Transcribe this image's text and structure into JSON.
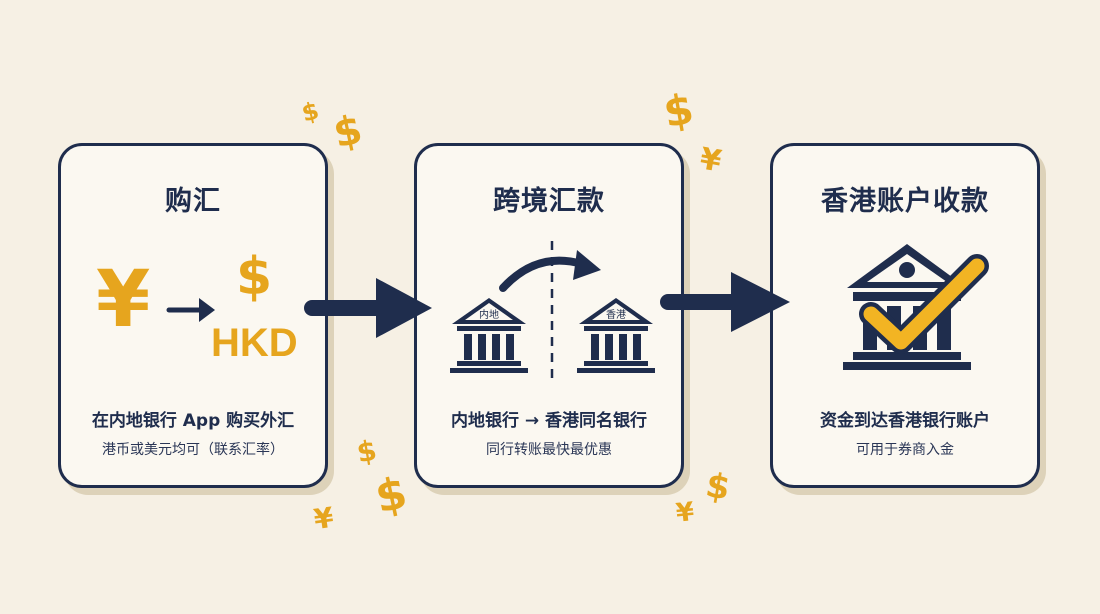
{
  "steps": [
    {
      "title": "购汇",
      "line1": "在内地银行 App 购买外汇",
      "line2": "港币或美元均可（联系汇率）",
      "from_symbol": "¥",
      "to_symbol": "$",
      "to_code": "HKD"
    },
    {
      "title": "跨境汇款",
      "line1": "内地银行 → 香港同名银行",
      "line2": "同行转账最快最优惠",
      "bank_from_label": "内地",
      "bank_to_label": "香港"
    },
    {
      "title": "香港账户收款",
      "line1": "资金到达香港银行账户",
      "line2": "可用于券商入金"
    }
  ],
  "decor": {
    "dollar": "$",
    "yen": "¥"
  },
  "colors": {
    "navy": "#1f2d4d",
    "gold": "#e6a51e",
    "background": "#f6f0e4",
    "card": "#fbf8f1"
  },
  "icons": [
    "yen-icon",
    "arrow-right-icon",
    "dollar-icon",
    "bank-icon",
    "transfer-arrow-icon",
    "checkmark-icon"
  ]
}
